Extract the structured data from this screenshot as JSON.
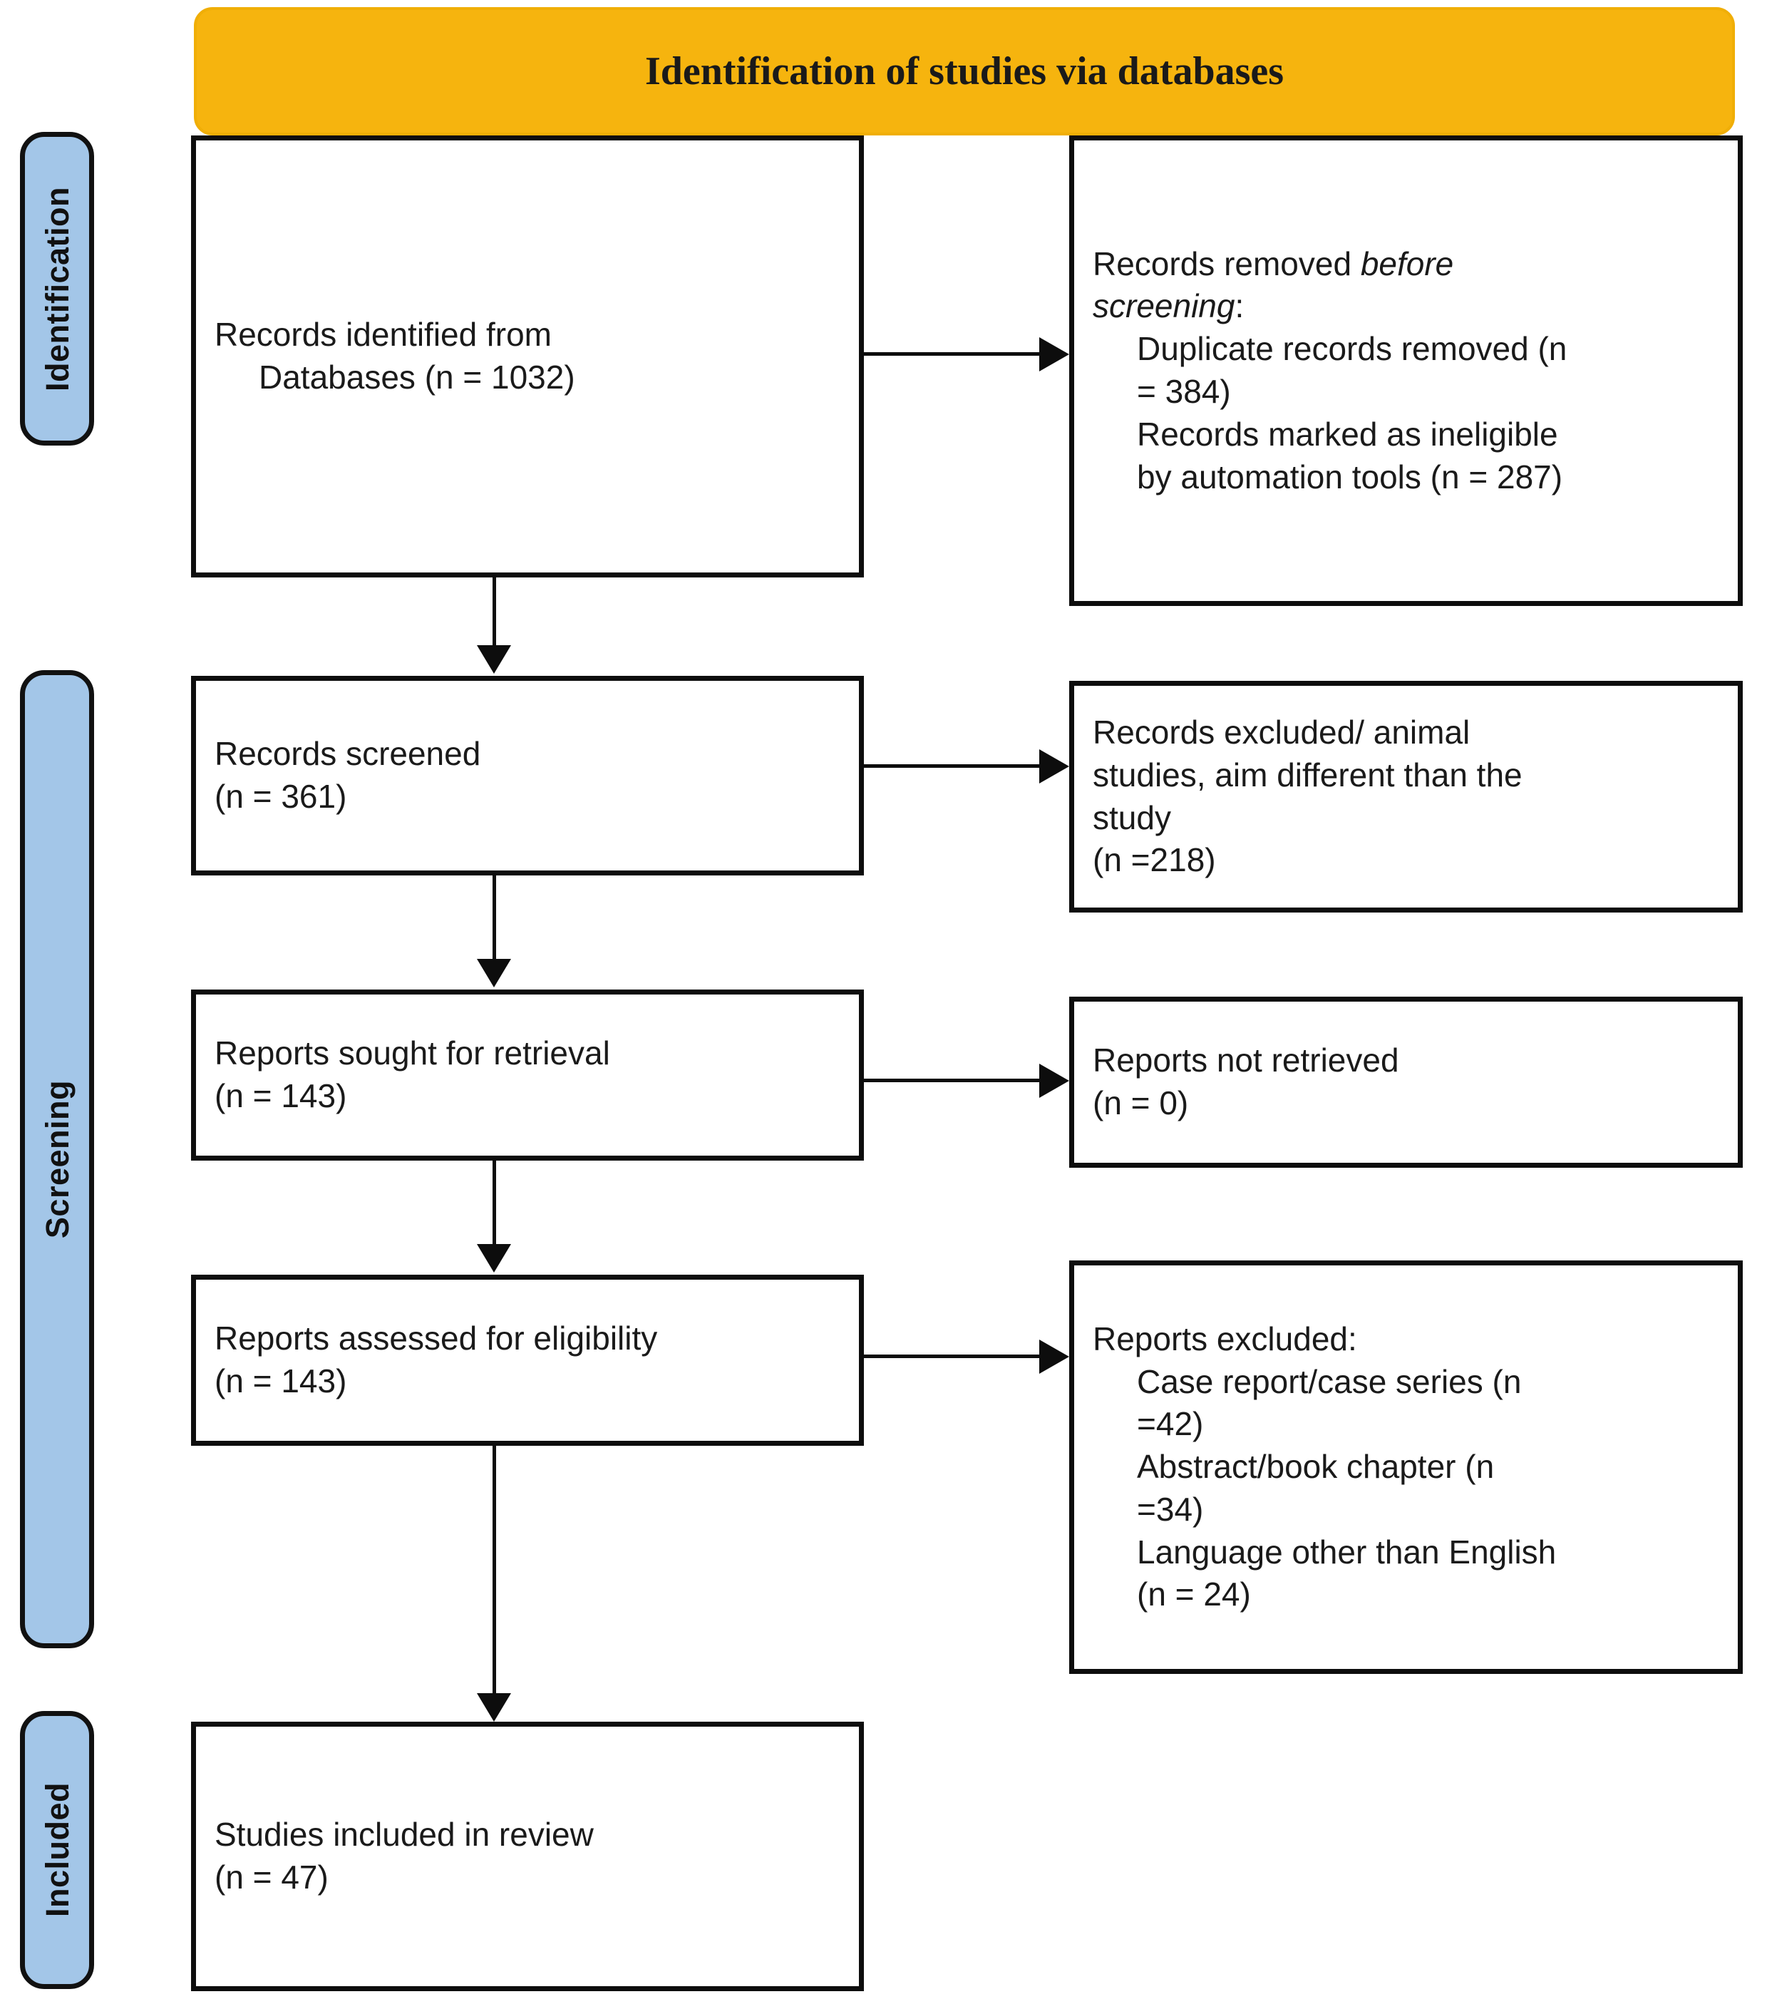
{
  "diagram": {
    "type": "prisma-flow-diagram",
    "banner": {
      "title": "Identification of studies via databases"
    },
    "colors": {
      "banner_fill": "#F6B40E",
      "phase_fill": "#A3C6E8",
      "box_border": "#0D0D0D",
      "box_fill": "#FFFFFF",
      "text": "#1A1A1A"
    },
    "phases": [
      {
        "key": "identification",
        "label": "Identification"
      },
      {
        "key": "screening",
        "label": "Screening"
      },
      {
        "key": "included",
        "label": "Included"
      }
    ],
    "boxes": {
      "records_identified": {
        "line1": "Records identified from",
        "line2": "Databases (n = 1032)",
        "n": 1032
      },
      "records_removed": {
        "heading_plain": "Records removed ",
        "heading_italic_a": "before",
        "heading_italic_b": "screening",
        "heading_colon": ":",
        "item1_l1": "Duplicate records removed (n",
        "item1_l2": "= 384)",
        "item2_l1": "Records marked as ineligible",
        "item2_l2": "by automation tools (n = 287)",
        "duplicates_n": 384,
        "ineligible_n": 287
      },
      "records_screened": {
        "line1": "Records screened",
        "line2": "(n = 361)",
        "n": 361
      },
      "records_excluded": {
        "line1": "Records excluded/ animal",
        "line2": "studies, aim different than the",
        "line3": "study",
        "line4": "(n =218)",
        "n": 218
      },
      "reports_sought": {
        "line1": "Reports sought for retrieval",
        "line2": "(n = 143)",
        "n": 143
      },
      "reports_not_retrieved": {
        "line1": "Reports not retrieved",
        "line2": "(n = 0)",
        "n": 0
      },
      "reports_assessed": {
        "line1": "Reports assessed for eligibility",
        "line2": "(n = 143)",
        "n": 143
      },
      "reports_excluded": {
        "heading": "Reports excluded:",
        "item1_l1": "Case report/case series (n",
        "item1_l2": "=42)",
        "item2_l1": "Abstract/book chapter (n",
        "item2_l2": "=34)",
        "item3_l1": "Language other than English",
        "item3_l2": "(n = 24)",
        "case_series_n": 42,
        "abstract_book_n": 34,
        "language_n": 24
      },
      "studies_included": {
        "line1": "Studies included in review",
        "line2": "(n = 47)",
        "n": 47
      }
    }
  }
}
